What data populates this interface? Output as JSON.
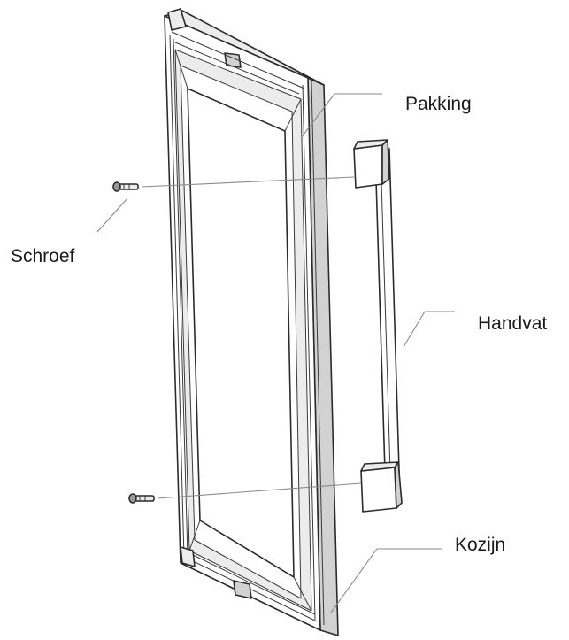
{
  "diagram": {
    "labels": {
      "pakking": "Pakking",
      "schroef": "Schroef",
      "handvat": "Handvat",
      "kozijn": "Kozijn"
    }
  }
}
